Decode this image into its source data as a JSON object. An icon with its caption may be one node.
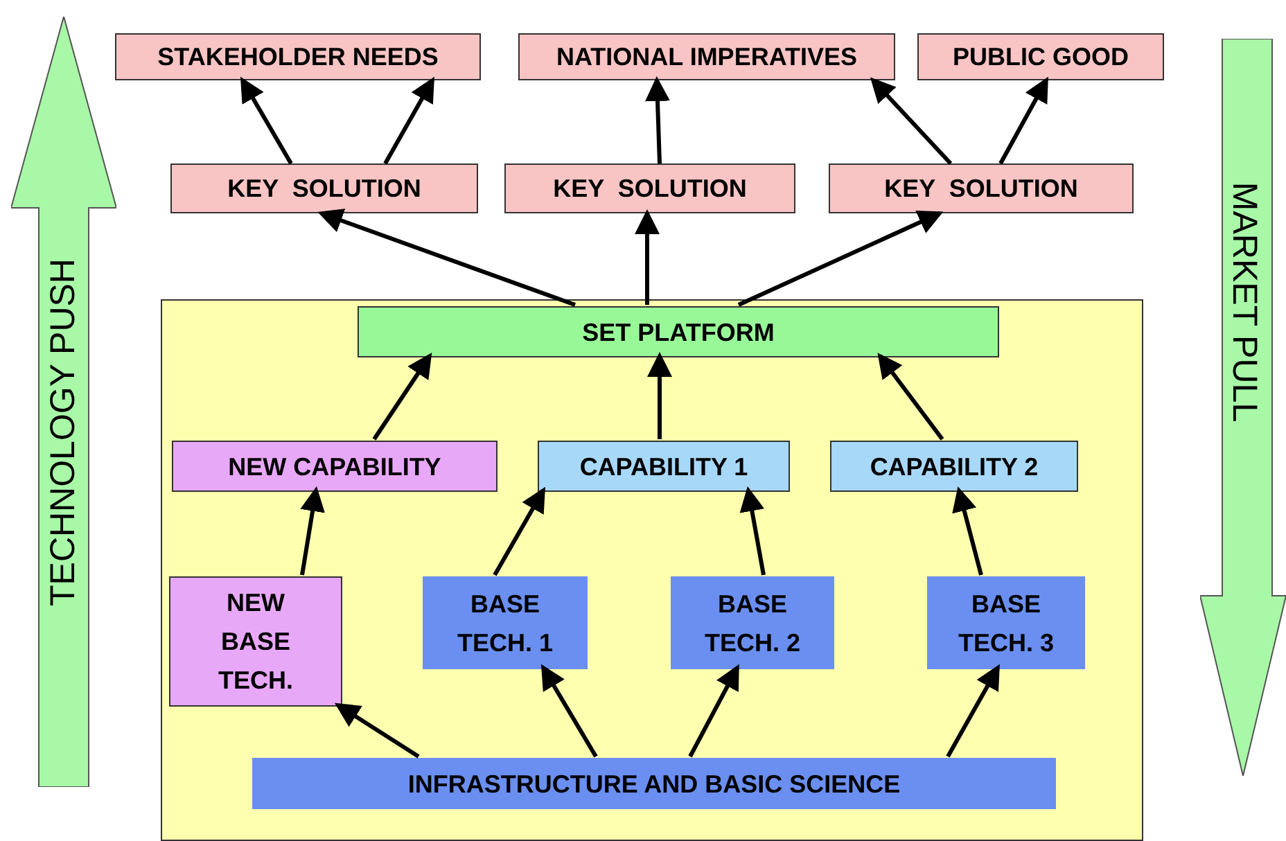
{
  "diagram": {
    "nodes": [
      {
        "text": [
          "STAKEHOLDER NEEDS"
        ]
      },
      {
        "text": [
          "NATIONAL IMPERATIVES"
        ]
      },
      {
        "text": [
          "PUBLIC GOOD"
        ]
      },
      {
        "text": [
          "KEY  SOLUTION"
        ]
      },
      {
        "text": [
          "KEY  SOLUTION"
        ]
      },
      {
        "text": [
          "KEY  SOLUTION"
        ]
      },
      {
        "text": [],
        "shape": "box"
      },
      {
        "text": [
          "SET PLATFORM"
        ],
        "in": 6
      },
      {
        "text": [
          "NEW CAPABILITY"
        ],
        "in": 6
      },
      {
        "text": [
          "CAPABILITY 1"
        ],
        "in": 6
      },
      {
        "text": [
          "CAPABILITY 2"
        ],
        "in": 6
      },
      {
        "text": [
          "NEW BASE TECH."
        ],
        "in": 6
      },
      {
        "text": [
          "BASE TECH. 1"
        ],
        "in": 6
      },
      {
        "text": [
          "BASE TECH. 2"
        ],
        "in": 6
      },
      {
        "text": [
          "BASE TECH. 3"
        ],
        "in": 6
      },
      {
        "text": [
          "INFRASTRUCTURE AND BASIC SCIENCE"
        ],
        "in": 6
      },
      {
        "text": [
          "TECHNOLOGY PUSH"
        ]
      },
      {
        "text": [
          "MARKET PULL"
        ]
      }
    ],
    "edges": [
      {
        "from": 3,
        "to": 0,
        "arrow": "to"
      },
      {
        "from": 3,
        "to": 0,
        "arrow": "to"
      },
      {
        "from": 4,
        "to": 1,
        "arrow": "to"
      },
      {
        "from": 5,
        "to": 1,
        "arrow": "to"
      },
      {
        "from": 5,
        "to": 2,
        "arrow": "to"
      },
      {
        "from": 7,
        "to": 3,
        "arrow": "to"
      },
      {
        "from": 7,
        "to": 4,
        "arrow": "to"
      },
      {
        "from": 7,
        "to": 5,
        "arrow": "to"
      },
      {
        "from": 8,
        "to": 7,
        "arrow": "to"
      },
      {
        "from": 9,
        "to": 7,
        "arrow": "to"
      },
      {
        "from": 10,
        "to": 7,
        "arrow": "to"
      },
      {
        "from": 11,
        "to": 8,
        "arrow": "to"
      },
      {
        "from": 12,
        "to": 9,
        "arrow": "to"
      },
      {
        "from": 13,
        "to": 9,
        "arrow": "to"
      },
      {
        "from": 14,
        "to": 10,
        "arrow": "to"
      },
      {
        "from": 15,
        "to": 11,
        "arrow": "to"
      },
      {
        "from": 15,
        "to": 12,
        "arrow": "to"
      },
      {
        "from": 15,
        "to": 13,
        "arrow": "to"
      },
      {
        "from": 15,
        "to": 14,
        "arrow": "to"
      }
    ]
  }
}
